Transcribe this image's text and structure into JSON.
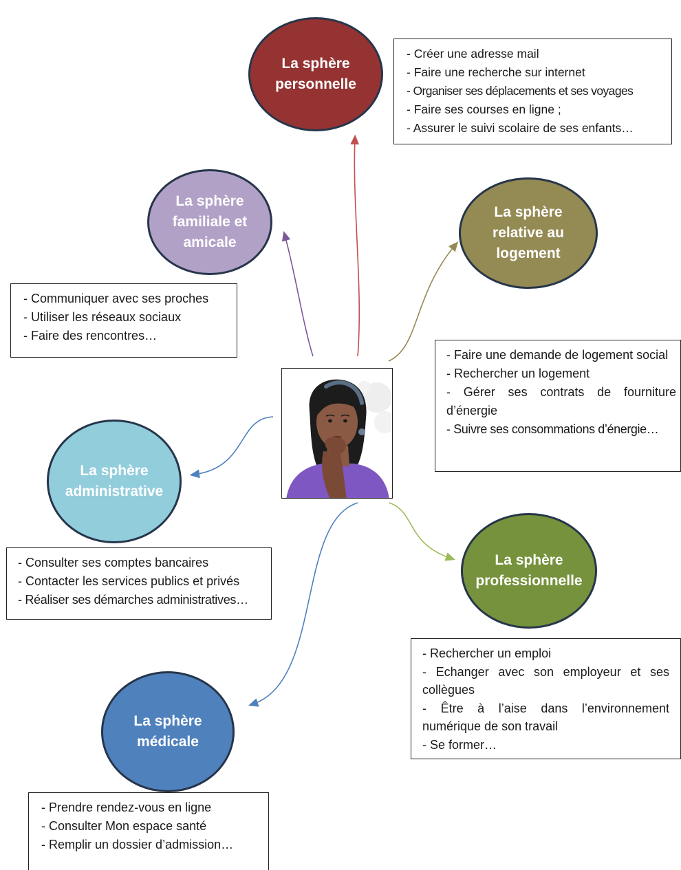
{
  "spheres": {
    "personnelle": {
      "title": "La sphère personnelle",
      "color": "#953333",
      "items": [
        "- Créer une adresse mail",
        "- Faire une recherche sur internet",
        "- Organiser ses déplacements et ses voyages",
        "- Faire ses courses en ligne ;",
        "- Assurer le suivi scolaire de ses enfants…"
      ]
    },
    "familiale": {
      "title": "La sphère familiale et amicale",
      "color": "#b2a1c7",
      "items": [
        "- Communiquer avec ses proches",
        "- Utiliser les réseaux sociaux",
        "- Faire des rencontres…"
      ]
    },
    "logement": {
      "title": "La sphère relative au logement",
      "color": "#948a54",
      "items": [
        "- Faire une demande de logement social",
        "- Rechercher un logement",
        "- Gérer ses contrats de fourniture d’énergie",
        "- Suivre ses consommations d’énergie…"
      ]
    },
    "administrative": {
      "title": "La sphère administrative",
      "color": "#92cddc",
      "items": [
        "- Consulter ses comptes bancaires",
        "- Contacter les services publics et privés",
        "- Réaliser ses démarches administratives…"
      ]
    },
    "professionnelle": {
      "title": "La sphère professionnelle",
      "color": "#76923c",
      "items": [
        "- Rechercher un emploi",
        "- Echanger avec son employeur et ses collègues",
        "- Être à l’aise dans l’environnement numérique de son travail",
        "- Se former…"
      ]
    },
    "medicale": {
      "title": "La sphère médicale",
      "color": "#4f81bd",
      "items": [
        "- Prendre rendez-vous en ligne",
        "- Consulter Mon espace santé",
        "- Remplir un dossier d’admission…"
      ]
    }
  },
  "arrow_colors": {
    "personnelle": "#c0504d",
    "familiale": "#7a5a96",
    "logement": "#948a54",
    "administrative": "#4f81bd",
    "professionnelle": "#9bbb59",
    "medicale": "#4f81bd"
  }
}
